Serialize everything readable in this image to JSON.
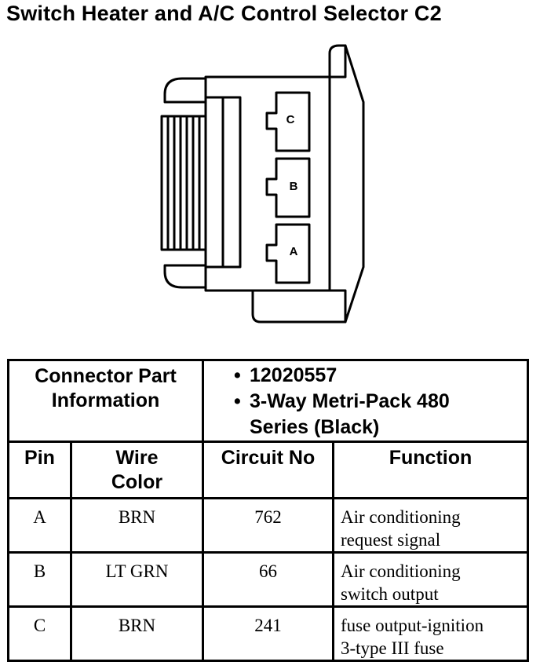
{
  "title": "Switch Heater and A/C Control Selector C2",
  "connector_pins": [
    "C",
    "B",
    "A"
  ],
  "part_info": {
    "label_line1": "Connector Part",
    "label_line2": "Information",
    "bullet": "•",
    "part_number": "12020557",
    "description_line1": "3-Way Metri-Pack 480",
    "description_line2": "Series (Black)"
  },
  "columns": {
    "pin": "Pin",
    "wire_color_line1": "Wire",
    "wire_color_line2": "Color",
    "circuit": "Circuit No",
    "function": "Function"
  },
  "rows": [
    {
      "pin": "A",
      "wire_color": "BRN",
      "circuit": "762",
      "function_line1": "Air conditioning",
      "function_line2": "request signal"
    },
    {
      "pin": "B",
      "wire_color": "LT GRN",
      "circuit": "66",
      "function_line1": "Air conditioning",
      "function_line2": "switch output"
    },
    {
      "pin": "C",
      "wire_color": "BRN",
      "circuit": "241",
      "function_line1": "fuse output-ignition",
      "function_line2": "3-type III fuse"
    }
  ]
}
